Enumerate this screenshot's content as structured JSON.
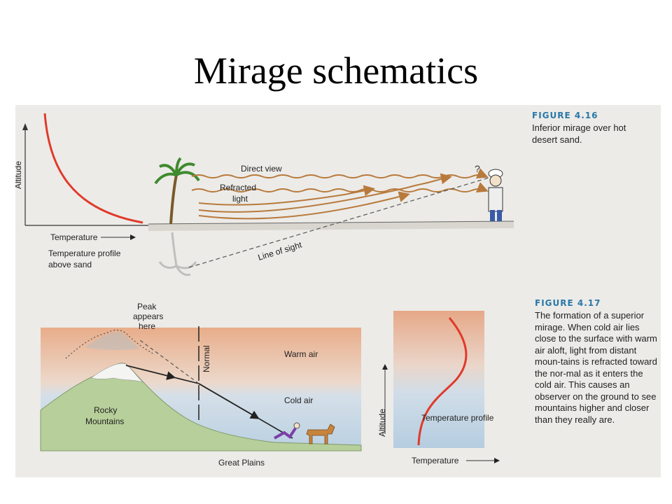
{
  "slide": {
    "title": "Mirage schematics"
  },
  "fig416": {
    "label": "FIGURE 4.16",
    "caption": "Inferior mirage over hot desert sand.",
    "altitude_label": "Altitude",
    "temperature_label": "Temperature",
    "profile_label_line1": "Temperature profile",
    "profile_label_line2": "above sand",
    "direct_view": "Direct view",
    "refracted_line1": "Refracted",
    "refracted_line2": "light",
    "line_of_sight": "Line of sight"
  },
  "fig417": {
    "label": "FIGURE 4.17",
    "caption": "The formation of a superior mirage. When cold air lies close to the surface with warm air aloft, light from distant moun-tains is refracted toward the nor-mal as it enters the cold air. This causes an observer on the ground to see mountains higher and closer than they really are.",
    "peak_line1": "Peak",
    "peak_line2": "appears",
    "peak_line3": "here",
    "normal": "Normal",
    "warm_air": "Warm air",
    "cold_air": "Cold air",
    "rocky_line1": "Rocky",
    "rocky_line2": "Mountains",
    "great_plains": "Great Plains",
    "temperature_profile": "Temperature profile",
    "altitude_label": "Altitude",
    "temperature_label": "Temperature"
  },
  "colors": {
    "curve": "#e03a2a",
    "ray": "#b87a3c",
    "caption_title": "#2a78a8",
    "warm": "#e8b698",
    "cold": "#b9d0e2"
  }
}
